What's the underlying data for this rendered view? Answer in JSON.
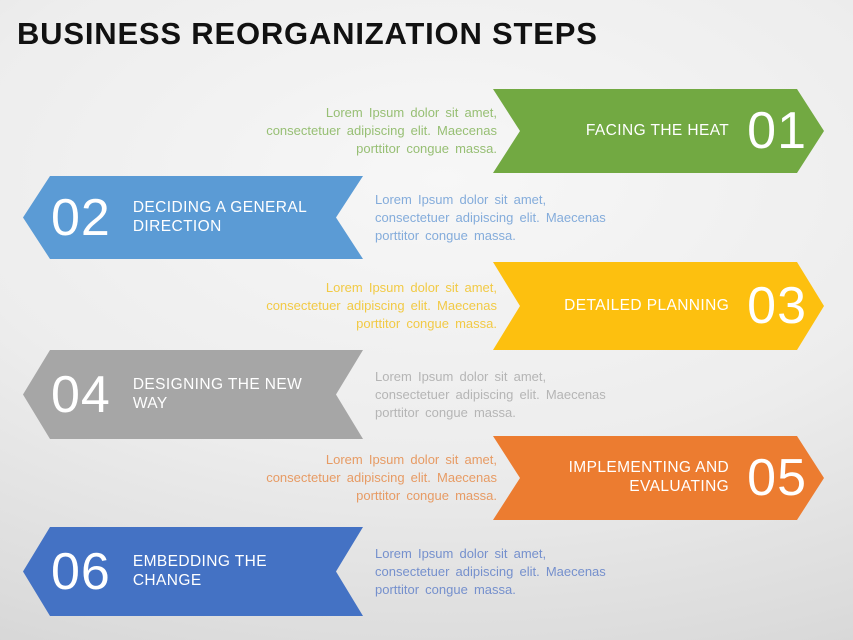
{
  "title": "BUSINESS REORGANIZATION STEPS",
  "title_color": "#111111",
  "lorem": "Lorem Ipsum dolor sit amet,\nconsectetuer adipiscing elit. Maecenas\nporttitor congue massa.",
  "steps": [
    {
      "number": "01",
      "label": "FACING THE HEAT",
      "side": "right",
      "arrow_color": "#72A942",
      "text_color": "#97BF74",
      "description": "Lorem Ipsum dolor sit amet,\nconsectetuer adipiscing elit. Maecenas\nporttitor congue massa."
    },
    {
      "number": "02",
      "label": "DECIDING A GENERAL\nDIRECTION",
      "side": "left",
      "arrow_color": "#5B9BD5",
      "text_color": "#84ACDB",
      "description": "Lorem Ipsum dolor sit amet,\nconsectetuer adipiscing elit. Maecenas\nporttitor congue massa."
    },
    {
      "number": "03",
      "label": "DETAILED PLANNING",
      "side": "right",
      "arrow_color": "#FDC00F",
      "text_color": "#F2CA45",
      "description": "Lorem Ipsum dolor sit amet,\nconsectetuer adipiscing elit. Maecenas\nporttitor congue massa."
    },
    {
      "number": "04",
      "label": "DESIGNING THE NEW\nWAY",
      "side": "left",
      "arrow_color": "#A6A6A6",
      "text_color": "#B5B5B5",
      "description": "Lorem Ipsum dolor sit amet,\nconsectetuer adipiscing elit. Maecenas\nporttitor congue massa."
    },
    {
      "number": "05",
      "label": "IMPLEMENTING AND\nEVALUATING",
      "side": "right",
      "arrow_color": "#EC7C30",
      "text_color": "#E79B64",
      "description": "Lorem Ipsum dolor sit amet,\nconsectetuer adipiscing elit. Maecenas\nporttitor congue massa."
    },
    {
      "number": "06",
      "label": "EMBEDDING THE\nCHANGE",
      "side": "left",
      "arrow_color": "#4472C4",
      "text_color": "#7590CD",
      "description": "Lorem Ipsum dolor sit amet,\nconsectetuer adipiscing elit. Maecenas\nporttitor congue massa."
    }
  ]
}
